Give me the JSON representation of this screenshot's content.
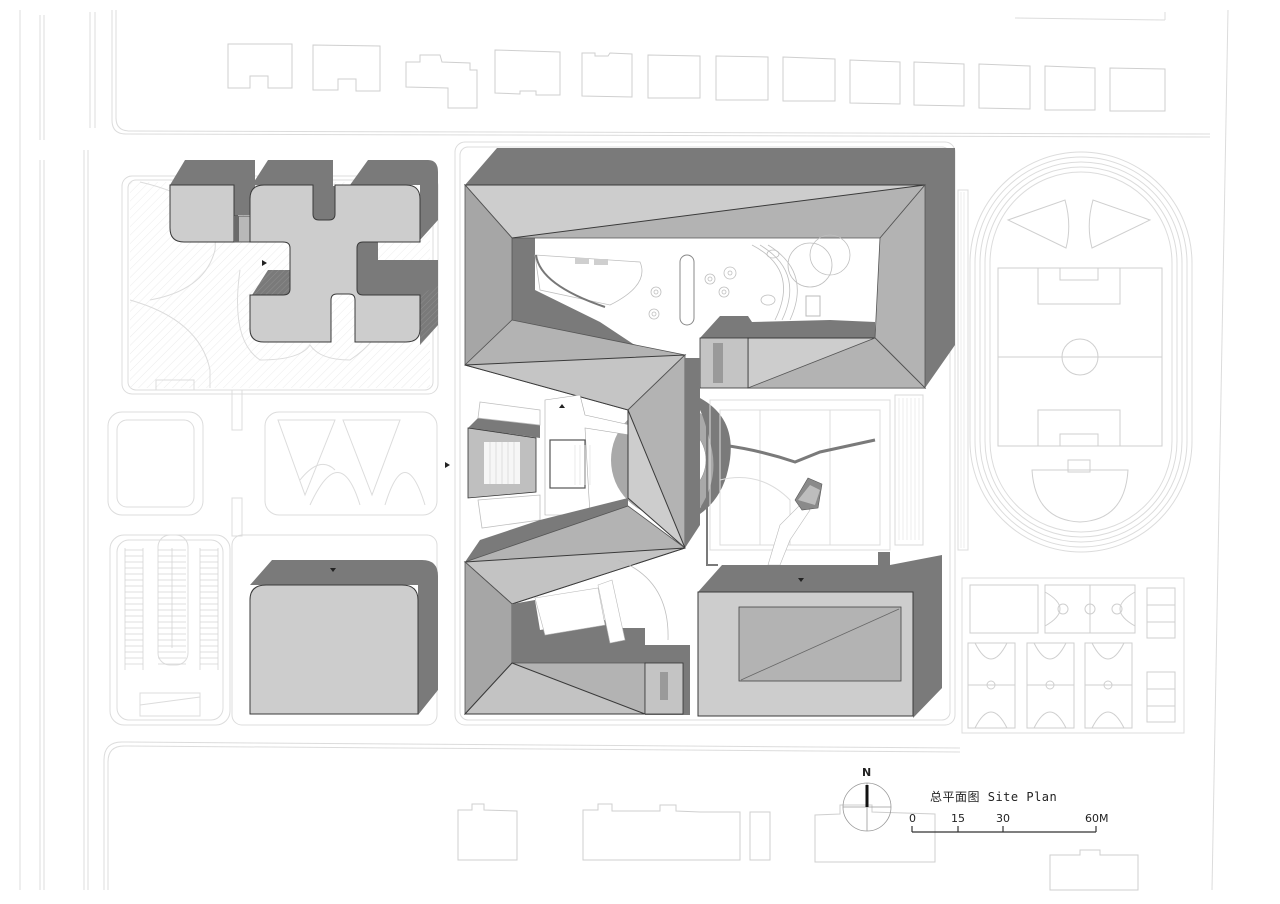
{
  "drawing": {
    "type": "architectural site plan",
    "title_cn": "总平面图",
    "title_en": "Site Plan",
    "title_full": "总平面图 Site Plan"
  },
  "north_arrow": {
    "letter": "N",
    "icon": "north-arrow-compass-icon"
  },
  "scale_bar": {
    "ticks": [
      "0",
      "15",
      "30",
      "60M"
    ],
    "unit": "M"
  },
  "colors": {
    "background": "#ffffff",
    "roof_light": "#cdcdcd",
    "roof_mid": "#b3b3b3",
    "shadow": "#7a7a7a",
    "context_lines": "#dcdcdc",
    "text": "#222222"
  },
  "site_elements": [
    {
      "name": "cross-shaped-building",
      "position": "upper-left"
    },
    {
      "name": "rounded-box-building",
      "position": "lower-left"
    },
    {
      "name": "main-folded-roof-building",
      "position": "center"
    },
    {
      "name": "rotunda-ring",
      "position": "center"
    },
    {
      "name": "sports-hall-building",
      "position": "lower-right-center"
    },
    {
      "name": "running-track-and-football-field",
      "position": "right"
    },
    {
      "name": "basketball-courts",
      "position": "lower-right"
    },
    {
      "name": "parking-lot",
      "position": "lower-left"
    },
    {
      "name": "neighboring-residential-blocks",
      "position": "top and bottom"
    }
  ]
}
